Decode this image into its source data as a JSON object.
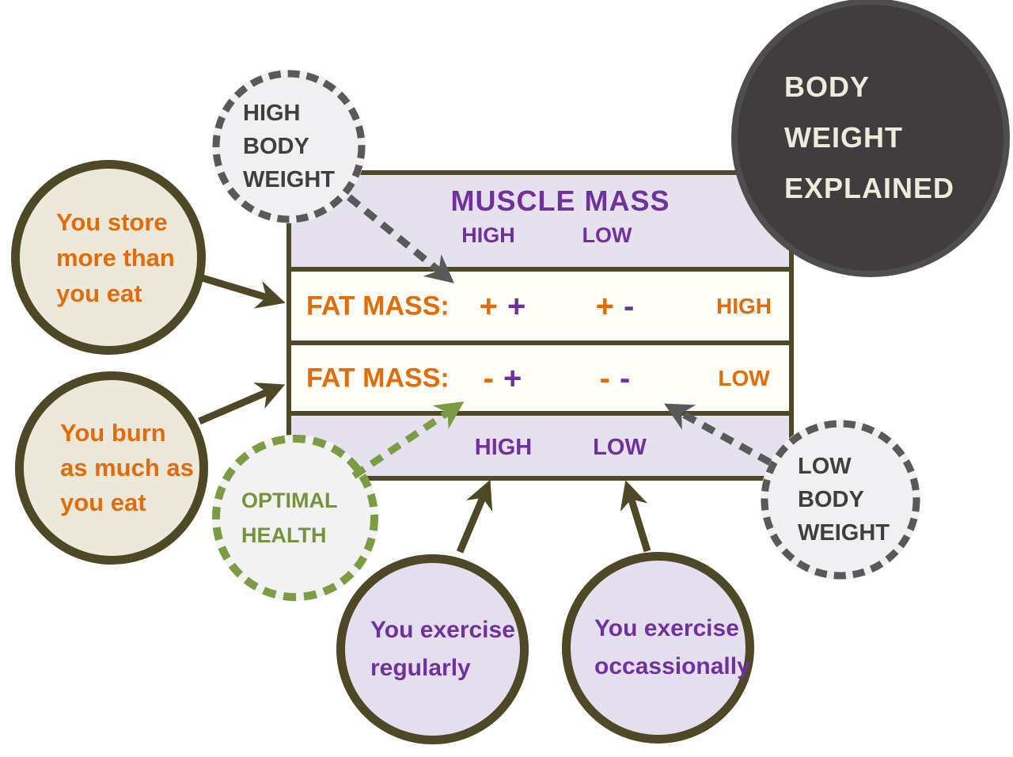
{
  "colors": {
    "olive_border": "#4e4827",
    "orange": "#e36c0a",
    "purple": "#7030a0",
    "green_text": "#76923c",
    "green_dash": "#7b9c43",
    "gray_dash": "#595959",
    "gray_text": "#3f3f3f",
    "lavender": "#e6e1ef",
    "exercise_fill": "#e4dfee",
    "beige_fill": "#ece8da",
    "light_gray_fill": "#f0eff1",
    "dark_circle_fill": "#403d3e",
    "cream_text": "#eeebdd"
  },
  "circles": {
    "title": {
      "lines": [
        "BODY",
        "WEIGHT",
        "EXPLAINED"
      ]
    },
    "high_body_weight": {
      "lines": [
        "HIGH",
        "BODY",
        "WEIGHT"
      ]
    },
    "low_body_weight": {
      "lines": [
        "LOW",
        "BODY",
        "WEIGHT"
      ]
    },
    "store": {
      "lines": [
        "You store",
        "more than",
        "you eat"
      ]
    },
    "burn": {
      "lines": [
        "You burn",
        "as much as",
        "you eat"
      ]
    },
    "optimal": {
      "lines": [
        "OPTIMAL",
        "HEALTH"
      ]
    },
    "exercise_regularly": {
      "lines": [
        "You exercise",
        "regularly"
      ]
    },
    "exercise_occasionally": {
      "lines": [
        "You exercise",
        "occassionally"
      ]
    }
  },
  "table": {
    "header": {
      "title": "MUSCLE MASS",
      "col_high": "HIGH",
      "col_low": "LOW"
    },
    "rows": [
      {
        "label": "FAT MASS:",
        "cells": [
          {
            "fat": "+",
            "muscle": "+"
          },
          {
            "fat": "+",
            "muscle": "-"
          }
        ],
        "result": "HIGH"
      },
      {
        "label": "FAT MASS:",
        "cells": [
          {
            "fat": "-",
            "muscle": "+"
          },
          {
            "fat": "-",
            "muscle": "-"
          }
        ],
        "result": "LOW"
      }
    ],
    "footer": {
      "col_high": "HIGH",
      "col_low": "LOW"
    }
  },
  "arrows": [
    {
      "from": "you-store-more-than-you-eat",
      "to": "fat-mass-high-row",
      "style": "solid"
    },
    {
      "from": "you-burn-as-much-as-you-eat",
      "to": "fat-mass-low-row",
      "style": "solid"
    },
    {
      "from": "high-body-weight",
      "to": "cell-fat-high-muscle-high",
      "style": "dashed"
    },
    {
      "from": "optimal-health",
      "to": "cell-fat-low-muscle-high",
      "style": "dashed"
    },
    {
      "from": "low-body-weight",
      "to": "cell-fat-low-muscle-low",
      "style": "dashed"
    },
    {
      "from": "you-exercise-regularly",
      "to": "muscle-high-column",
      "style": "solid"
    },
    {
      "from": "you-exercise-occassionally",
      "to": "muscle-low-column",
      "style": "solid"
    }
  ]
}
